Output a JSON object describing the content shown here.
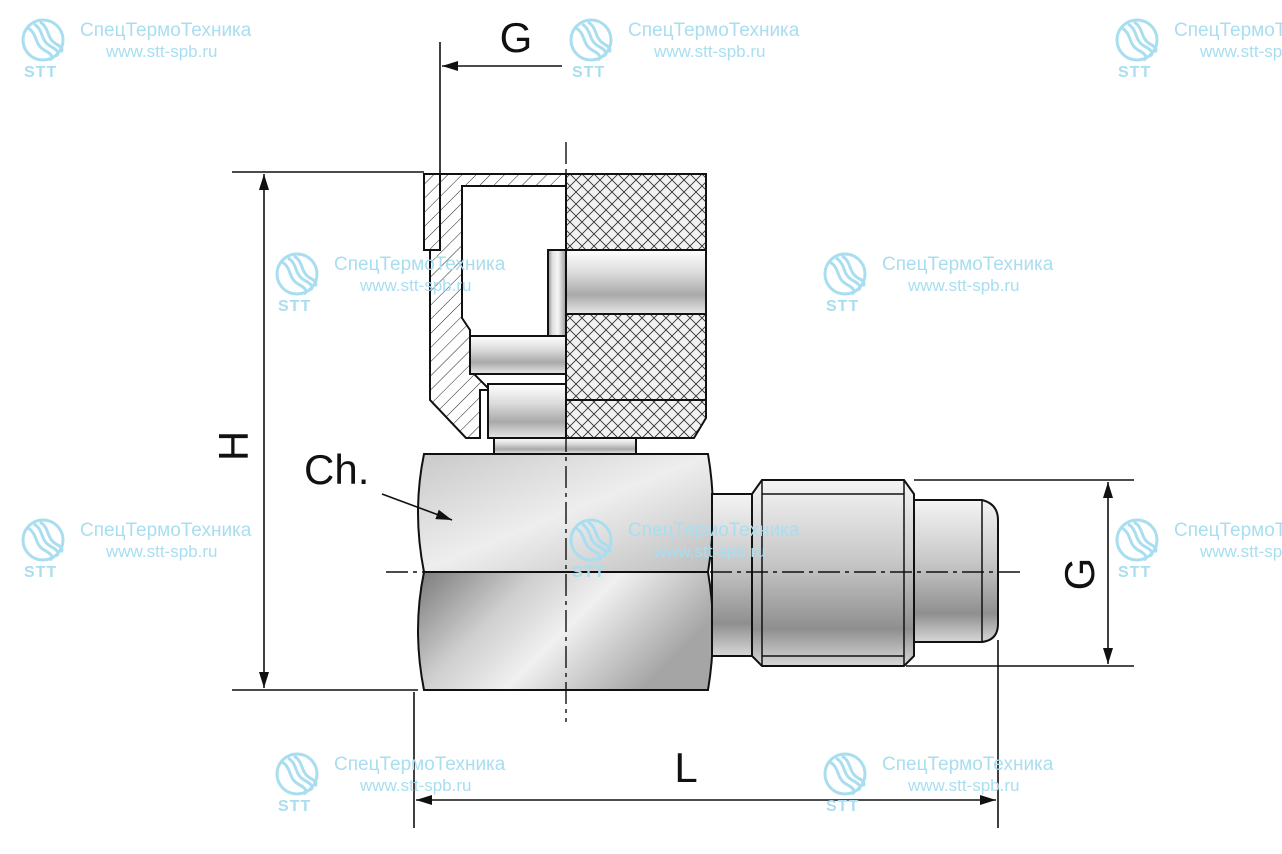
{
  "dimensions": {
    "g_top": "G",
    "h": "H",
    "ch": "Ch.",
    "g_right": "G",
    "l": "L"
  },
  "watermark": {
    "line1": "СпецТермоТехника",
    "line2": "www.stt-spb.ru",
    "brand": "STT",
    "icon": "stt-logo-icon",
    "color": "#a8def0"
  }
}
